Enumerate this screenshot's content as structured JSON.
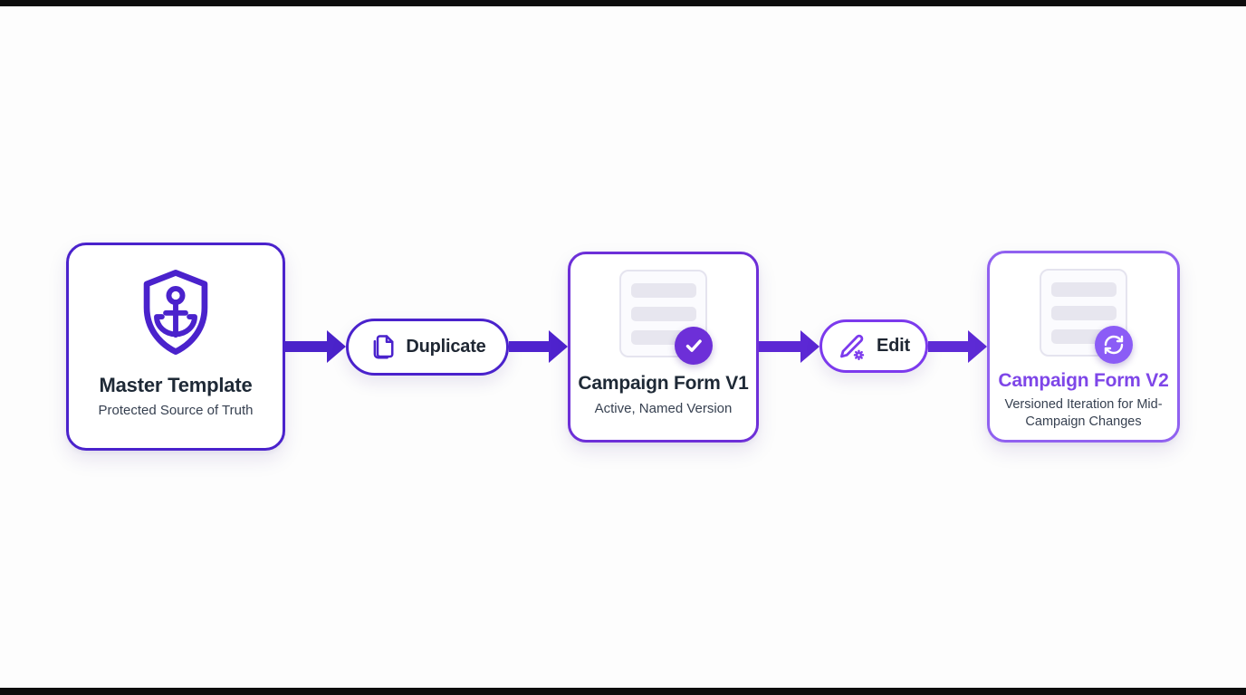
{
  "page": {
    "background": "#fdfdfd",
    "edge_strip_color": "#0d0d0d"
  },
  "flow": {
    "nodes": [
      {
        "title": "Master Template",
        "subtitle": "Protected Source of Truth",
        "icon": "shield-anchor-icon",
        "accent": "#4a22cc"
      },
      {
        "title": "Campaign Form V1",
        "subtitle": "Active, Named Version",
        "icon": "form-document-icon",
        "badge": "check-badge",
        "badge_color": "#6d2fd8",
        "accent": "#6d2fd8"
      },
      {
        "title": "Campaign Form V2",
        "subtitle": "Versioned Iteration for Mid-Campaign Changes",
        "icon": "form-document-icon",
        "badge": "refresh-badge",
        "badge_color": "#8b5cf6",
        "accent": "#9061f0",
        "title_color": "#7e46e8"
      }
    ],
    "actions": [
      {
        "label": "Duplicate",
        "icon": "copy-icon",
        "accent": "#4a22cc"
      },
      {
        "label": "Edit",
        "icon": "pencil-gear-icon",
        "accent": "#7c3aed"
      }
    ],
    "arrow_color": "#4f23cc",
    "text_colors": {
      "title_dark": "#1e2936",
      "subtitle_gray": "#374151"
    }
  }
}
